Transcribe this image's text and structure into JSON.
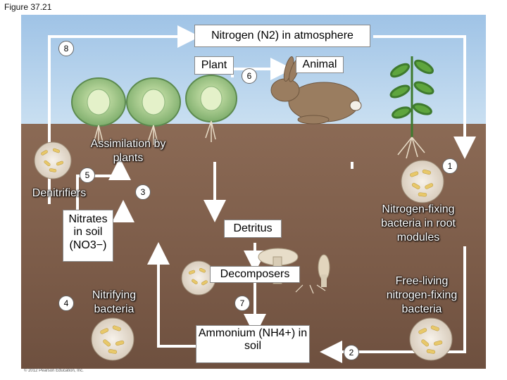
{
  "figure_label": "Figure 37.21",
  "atmosphere": "Nitrogen (N2) in atmosphere",
  "plant": "Plant",
  "animal": "Animal",
  "assimilation": "Assimilation by plants",
  "denitrifiers": "Denitrifiers",
  "nitrates": "Nitrates in soil (NO3−)",
  "detritus": "Detritus",
  "nitrogen_fixing_root": "Nitrogen-fixing bacteria in root modules",
  "decomposers": "Decomposers",
  "nitrifying": "Nitrifying bacteria",
  "free_living": "Free-living nitrogen-fixing bacteria",
  "ammonium": "Ammonium (NH4+) in soil",
  "numbers": {
    "n1": "1",
    "n2": "2",
    "n3": "3",
    "n4": "4",
    "n5": "5",
    "n6": "6",
    "n7": "7",
    "n8": "8"
  },
  "copyright": "© 2012 Pearson Education, Inc.",
  "colors": {
    "arrow": "#ffffff",
    "sky": "#b5d3ee",
    "soil": "#7b5b48",
    "bacteria": "#e8c86a"
  }
}
